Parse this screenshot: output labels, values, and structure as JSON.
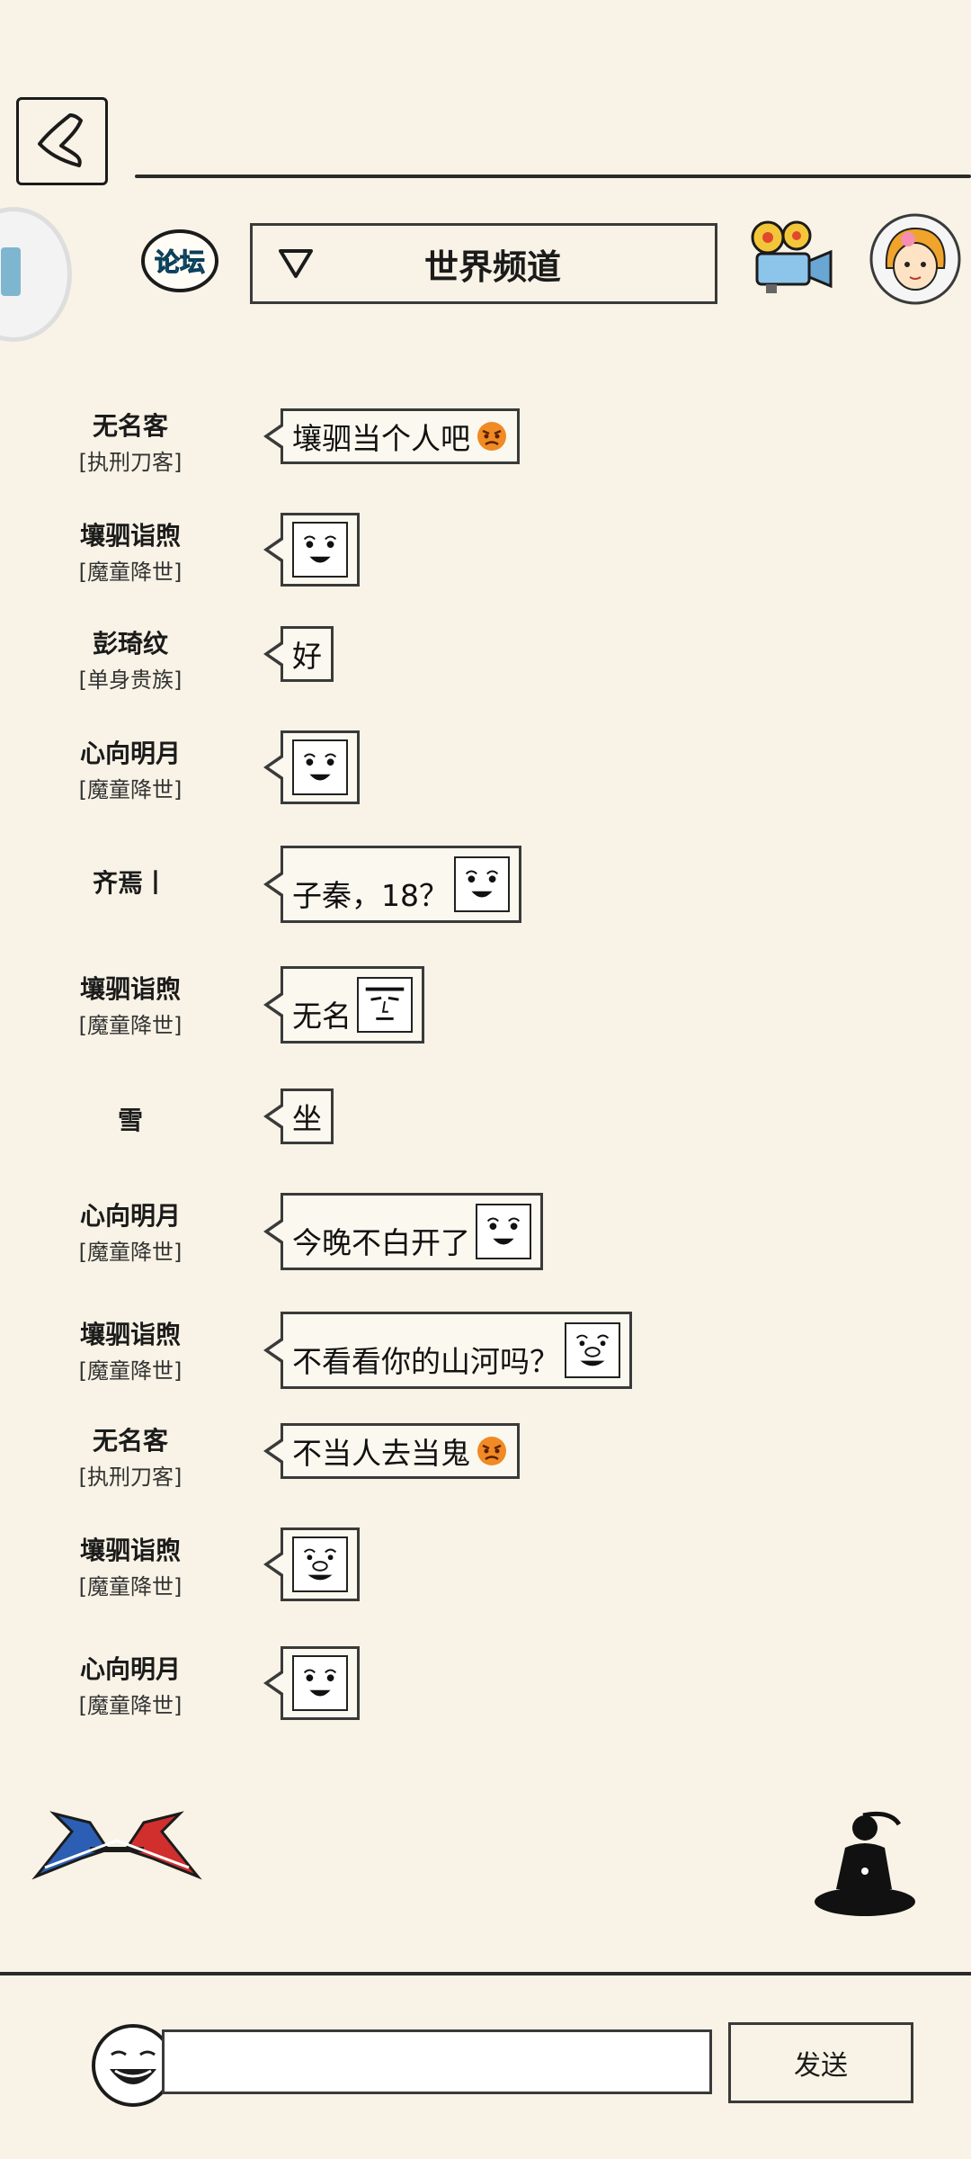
{
  "header": {
    "channel_title": "世界频道",
    "forum_label": "论坛"
  },
  "messages": [
    {
      "name": "无名客",
      "title": "[执刑刀客]",
      "text": "壤驷当个人吧",
      "extra": "angry"
    },
    {
      "name": "壤驷诣煦",
      "title": "[魔童降世]",
      "text": "",
      "extra": "sticker-smile"
    },
    {
      "name": "彭琦纹",
      "title": "[单身贵族]",
      "text": "好",
      "extra": ""
    },
    {
      "name": "心向明月",
      "title": "[魔童降世]",
      "text": "",
      "extra": "sticker-smile"
    },
    {
      "name": "齐焉丨",
      "title": "",
      "text": "子秦，18？",
      "extra": "sticker-smile"
    },
    {
      "name": "壤驷诣煦",
      "title": "[魔童降世]",
      "text": "无名",
      "extra": "sticker-man"
    },
    {
      "name": "雪",
      "title": "",
      "text": "坐",
      "extra": ""
    },
    {
      "name": "心向明月",
      "title": "[魔童降世]",
      "text": "今晚不白开了",
      "extra": "sticker-smile"
    },
    {
      "name": "壤驷诣煦",
      "title": "[魔童降世]",
      "text": "不看看你的山河吗？",
      "extra": "sticker-pig"
    },
    {
      "name": "无名客",
      "title": "[执刑刀客]",
      "text": "不当人去当鬼",
      "extra": "angry"
    },
    {
      "name": "壤驷诣煦",
      "title": "[魔童降世]",
      "text": "",
      "extra": "sticker-pig"
    },
    {
      "name": "心向明月",
      "title": "[魔童降世]",
      "text": "",
      "extra": "sticker-smile"
    }
  ],
  "input": {
    "placeholder": "",
    "value": ""
  },
  "send_label": "发送"
}
